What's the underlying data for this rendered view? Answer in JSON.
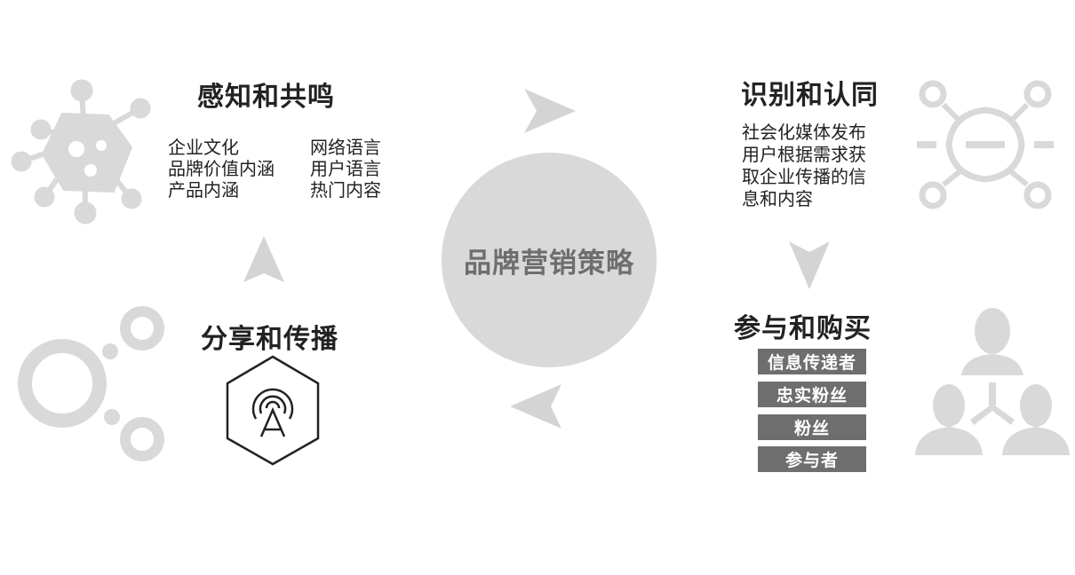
{
  "center": {
    "label": "品牌营销策略"
  },
  "stages": {
    "perception": {
      "title": "感知和共鸣",
      "col1": [
        "企业文化",
        "品牌价值内涵",
        "产品内涵"
      ],
      "col2": [
        "网络语言",
        "用户语言",
        "热门内容"
      ]
    },
    "recognition": {
      "title": "识别和认同",
      "lines": [
        "社会化媒体发布",
        "用户根据需求获",
        "取企业传播的信",
        "息和内容"
      ]
    },
    "participation": {
      "title": "参与和购买",
      "roles": [
        "信息传递者",
        "忠实粉丝",
        "粉丝",
        "参与者"
      ]
    },
    "sharing": {
      "title": "分享和传播"
    }
  },
  "colors": {
    "text": "#222222",
    "icon_gray": "#d9d9d9",
    "arrow_gray": "#d4d4d4",
    "badge_bg": "#6e6e6e",
    "badge_text": "#ffffff",
    "center_text": "#6e6e6e"
  },
  "icons": [
    "virus-network-icon",
    "robot-face-icon",
    "people-hierarchy-icon",
    "circles-icon",
    "broadcast-tower-hexagon-icon"
  ]
}
